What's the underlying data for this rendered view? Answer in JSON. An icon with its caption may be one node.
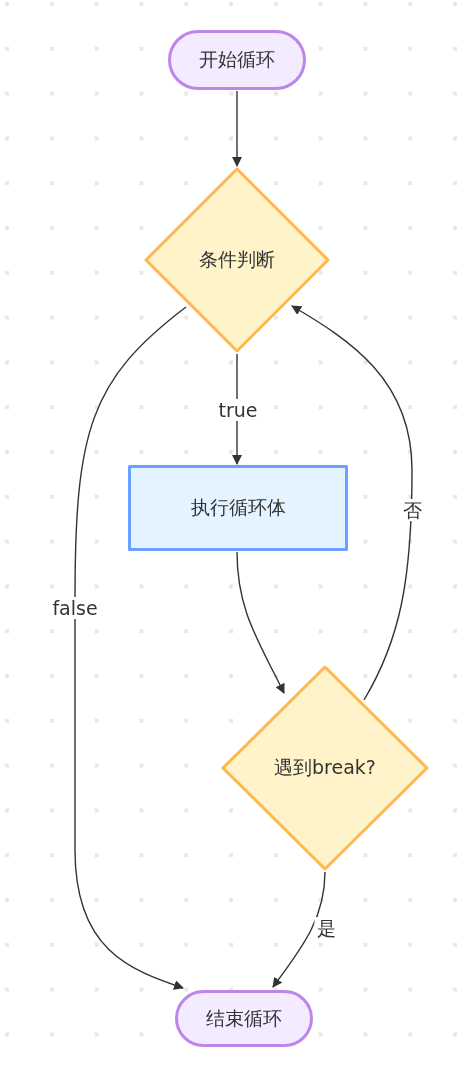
{
  "diagram": {
    "nodes": [
      {
        "text": [
          "开始循环"
        ]
      },
      {
        "text": [
          "条件判断"
        ]
      },
      {
        "text": [
          "执行循环体"
        ]
      },
      {
        "text": [
          "遇到break?"
        ]
      },
      {
        "text": [
          "结束循环"
        ]
      }
    ],
    "edges": [
      {
        "from": 0,
        "to": 1,
        "arrow": "to"
      },
      {
        "from": 1,
        "to": 2,
        "arrow": "to",
        "label": "true"
      },
      {
        "from": 1,
        "to": 4,
        "arrow": "to",
        "label": "false"
      },
      {
        "from": 2,
        "to": 3,
        "arrow": "to"
      },
      {
        "from": 3,
        "to": 1,
        "arrow": "to",
        "label": "否"
      },
      {
        "from": 3,
        "to": 4,
        "arrow": "to",
        "label": "是"
      }
    ]
  }
}
